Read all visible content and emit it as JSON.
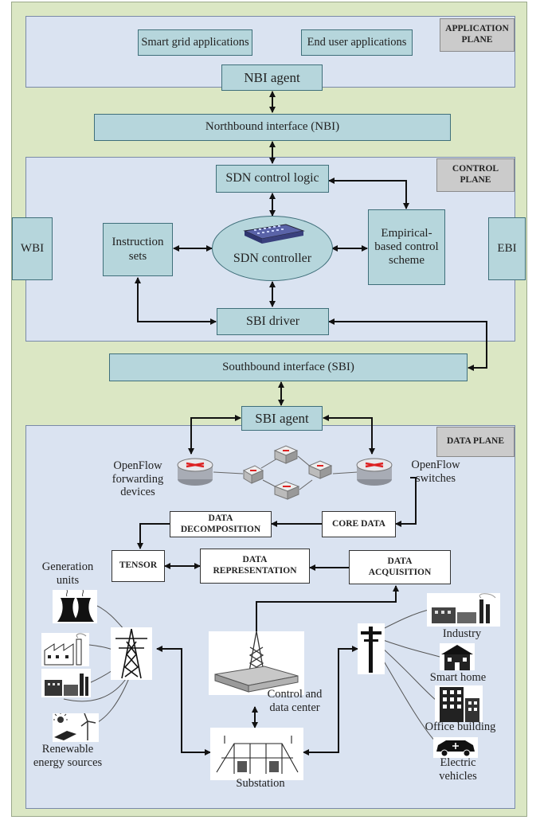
{
  "application_plane": {
    "tag": "APPLICATION PLANE",
    "smart_grid_apps": "Smart grid applications",
    "end_user_apps": "End user applications",
    "nbi_agent": "NBI agent"
  },
  "northbound_interface": "Northbound interface (NBI)",
  "control_plane": {
    "tag": "CONTROL PLANE",
    "sdn_control_logic": "SDN control logic",
    "wbi": "WBI",
    "ebi": "EBI",
    "instruction_sets": "Instruction sets",
    "sdn_controller": "SDN controller",
    "empirical_scheme": "Empirical-based control scheme",
    "sbi_driver": "SBI driver"
  },
  "southbound_interface": "Southbound interface (SBI)",
  "data_plane": {
    "tag": "DATA PLANE",
    "sbi_agent": "SBI agent",
    "openflow_forwarding_devices": "OpenFlow forwarding devices",
    "openflow_switches": "OpenFlow switches",
    "core_data": "CORE DATA",
    "data_decomposition": "DATA DECOMPOSITION",
    "tensor": "TENSOR",
    "data_representation": "DATA REPRESENTATION",
    "data_acquisition": "DATA ACQUISITION",
    "generation_units": "Generation units",
    "renewable_energy_sources": "Renewable energy sources",
    "control_and_data_center": "Control and data center",
    "substation": "Substation",
    "industry": "Industry",
    "smart_home": "Smart home",
    "office_building": "Office building",
    "electric_vehicles": "Electric vehicles"
  }
}
